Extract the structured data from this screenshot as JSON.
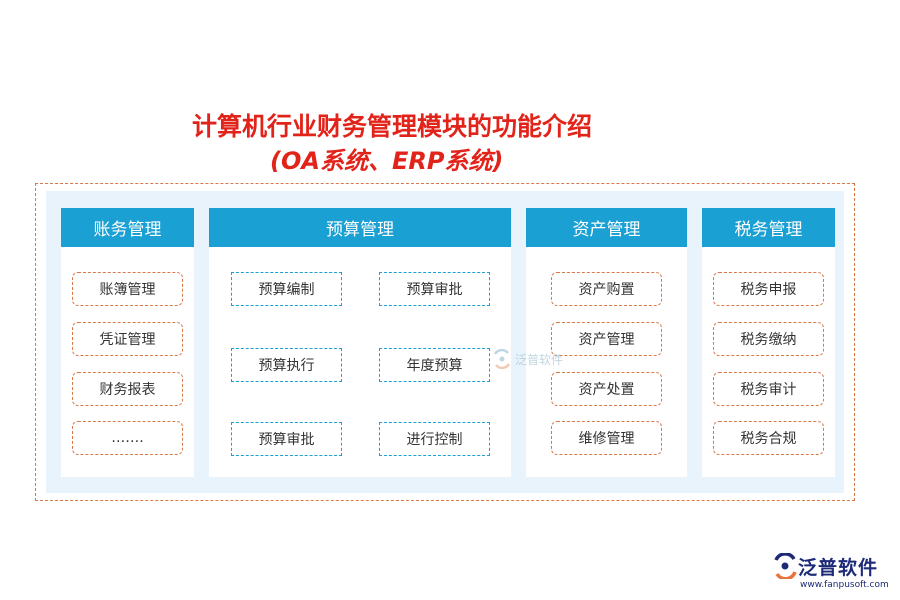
{
  "title": {
    "line1": "计算机行业财务管理模块的功能介绍",
    "line2": "(OA系统、ERP系统)"
  },
  "columns": [
    {
      "header": "账务管理",
      "items": [
        "账簿管理",
        "凭证管理",
        "财务报表",
        "……."
      ]
    },
    {
      "header": "预算管理",
      "items": [
        "预算编制",
        "预算审批",
        "预算执行",
        "年度预算",
        "预算审批",
        "进行控制"
      ]
    },
    {
      "header": "资产管理",
      "items": [
        "资产购置",
        "资产管理",
        "资产处置",
        "维修管理"
      ]
    },
    {
      "header": "税务管理",
      "items": [
        "税务申报",
        "税务缴纳",
        "税务审计",
        "税务合规"
      ]
    }
  ],
  "watermark": {
    "text": "泛普软件"
  },
  "logo": {
    "name": "泛普软件",
    "url": "www.fanpusoft.com"
  },
  "colors": {
    "accent": "#1aa0d2",
    "dash_orange": "#d9794a",
    "title_red": "#e2231a"
  }
}
